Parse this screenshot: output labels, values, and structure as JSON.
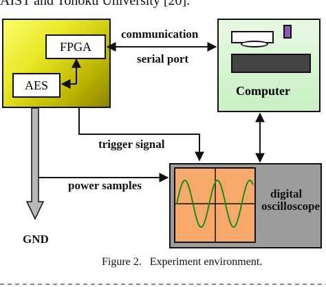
{
  "header_fragment": "AIST and Tohoku University [20].",
  "fpga_board": {
    "fpga_label": "FPGA",
    "aes_label": "AES"
  },
  "computer": {
    "label": "Computer"
  },
  "oscilloscope": {
    "label_line1": "digital",
    "label_line2": "oscilloscope"
  },
  "links": {
    "communication": "communication",
    "serial_port": "serial port",
    "trigger_signal": "trigger signal",
    "power_samples": "power samples",
    "gnd": "GND"
  },
  "caption": {
    "figure_number": "Figure 2.",
    "title": "Experiment environment."
  },
  "colors": {
    "board": "#e6e62a",
    "computer": "#d2f3cd",
    "scope_body": "#9c9c9c",
    "scope_screen": "#f6a96a",
    "waveform": "#1b8a1b",
    "drawer_purple": "#8a5bb5"
  }
}
